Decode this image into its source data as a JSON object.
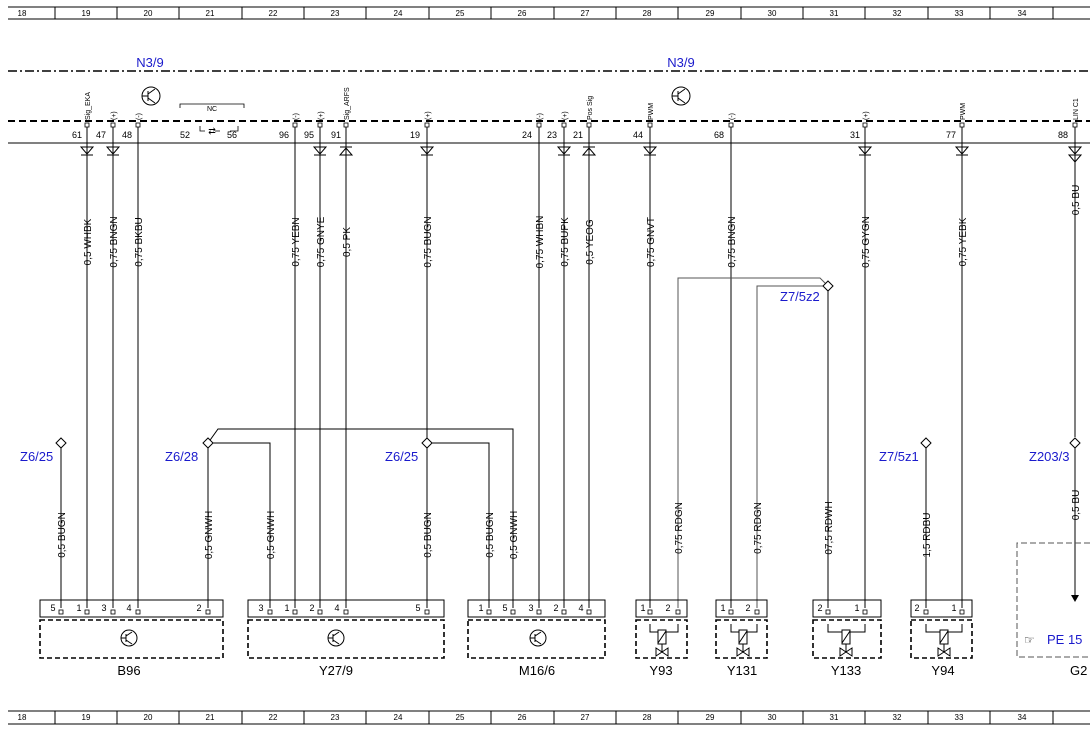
{
  "grid_columns": [
    "18",
    "19",
    "20",
    "21",
    "22",
    "23",
    "24",
    "25",
    "26",
    "27",
    "28",
    "29",
    "30",
    "31",
    "32",
    "33",
    "34"
  ],
  "module_labels": [
    "N3/9",
    "N3/9"
  ],
  "splices": [
    {
      "label": "Z7/5z2"
    },
    {
      "label": "Z6/25"
    },
    {
      "label": "Z6/28"
    },
    {
      "label": "Z6/25"
    },
    {
      "label": "Z7/5z1"
    },
    {
      "label": "Z203/3"
    }
  ],
  "module_pins": [
    {
      "num": "61",
      "tag": "Sig_EKA"
    },
    {
      "num": "47",
      "tag": "(+)"
    },
    {
      "num": "48",
      "tag": "(-)"
    },
    {
      "num": "96",
      "tag": "(-)"
    },
    {
      "num": "95",
      "tag": "(+)"
    },
    {
      "num": "91",
      "tag": "Sig_ARFS"
    },
    {
      "num": "19",
      "tag": "(+)"
    },
    {
      "num": "24",
      "tag": "(-)"
    },
    {
      "num": "23",
      "tag": "(+)"
    },
    {
      "num": "21",
      "tag": "Pos Sig"
    },
    {
      "num": "44",
      "tag": "PWM"
    },
    {
      "num": "68",
      "tag": "(-)"
    },
    {
      "num": "31",
      "tag": "(+)"
    },
    {
      "num": "77",
      "tag": "PWM"
    },
    {
      "num": "88",
      "tag": "LIN C1"
    }
  ],
  "nc_pins": {
    "label": "NC",
    "left": "52",
    "right": "56"
  },
  "wires_top": [
    "0,5 WHBK",
    "0,75 BNGN",
    "0,75 BKBU",
    "0,75 YEBN",
    "0,75 GNYE",
    "0,5 PK",
    "0,75 BUGN",
    "0,75 WHBN",
    "0,75 BUPK",
    "0,5 YEOG",
    "0,75 GNVT",
    "0,75 BNGN",
    "0,75 GYGN",
    "0,75 YEBK",
    "0,5 BU"
  ],
  "wires_bottom": [
    "0,5 BUGN",
    "0,5 GNWH",
    "0,5 GNWH",
    "0,5 BUGN",
    "0,5 BUGN",
    "0,5 GNWH",
    "0,75 RDGN",
    "0,75 RDGN",
    "07,5 RDWH",
    "1,5 RDBU",
    "0,5 BU"
  ],
  "components": [
    {
      "name": "B96",
      "pins": [
        "5",
        "1",
        "3",
        "4",
        "2"
      ]
    },
    {
      "name": "Y27/9",
      "pins": [
        "3",
        "1",
        "2",
        "4",
        "5"
      ]
    },
    {
      "name": "M16/6",
      "pins": [
        "1",
        "5",
        "3",
        "2",
        "4"
      ]
    },
    {
      "name": "Y93",
      "pins": [
        "1",
        "2"
      ]
    },
    {
      "name": "Y131",
      "pins": [
        "1",
        "2"
      ]
    },
    {
      "name": "Y133",
      "pins": [
        "2",
        "1"
      ]
    },
    {
      "name": "Y94",
      "pins": [
        "2",
        "1"
      ]
    },
    {
      "name": "G2",
      "ref": "PE 15"
    }
  ]
}
